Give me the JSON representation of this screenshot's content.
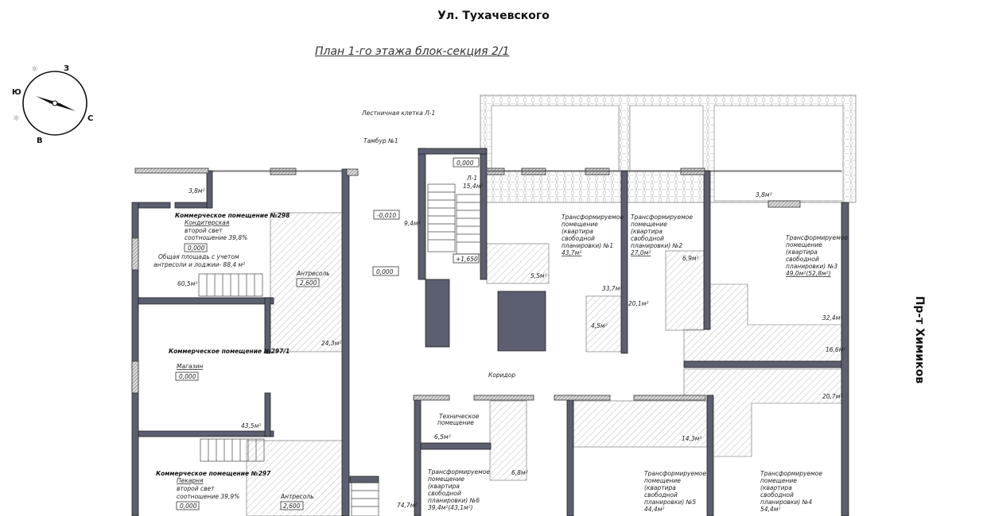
{
  "header": {
    "street_top": "Ул. Тухачевского",
    "street_right": "Пр-т Химиков",
    "plan_title": "План  1-го этажа блок-секция 2/1"
  },
  "compass": {
    "west": "З",
    "south": "Ю",
    "north": "С",
    "east": "В"
  },
  "colors": {
    "wall": "#5b5f70",
    "hatch": "#888888"
  },
  "rooms": [
    {
      "name": "Коммерческое помещение №298",
      "use": "Кондитерская",
      "note1": "второй свет",
      "note2": "соотношение 39,8%",
      "level": "0,000",
      "total1": "Общая площадь с учетом",
      "total2": "антресоли и лоджии- 88,4 м²",
      "area": "60,5м²",
      "loggia": "3,8м²",
      "mezz_label": "Антресоль",
      "mezz_level": "2,600",
      "mezz_area": "24,3м²"
    },
    {
      "name": "Коммерческое помещение №297/1",
      "use": "Магазин",
      "level": "0,000",
      "area": "43,5м²"
    },
    {
      "name": "Коммерческое помещение №297",
      "use": "Пекарня",
      "note1": "второй свет",
      "note2": "соотношение 39,9%",
      "level": "0,000",
      "mezz_label": "Антресоль",
      "mezz_level": "2,600"
    }
  ],
  "core": {
    "stair_label": "Лестничная клетка Л-1",
    "tambour": "Тамбур №1",
    "tambour_level": "-0,010",
    "tambour_area": "9,4м²",
    "stair_level_top": "0,000",
    "stair_id": "Л-1",
    "stair_area": "15,4м²",
    "stair_level_mid": "+1,650",
    "hall_level": "0,000",
    "corridor": "Коридор",
    "corridor_area": "74,7м²",
    "tech1": "Техническое",
    "tech2": "помещение",
    "tech_area": "6,5м²",
    "shaft_area": "6,8м²"
  },
  "flats": [
    {
      "l1": "Трансформируемое",
      "l2": "помещение",
      "l3": "(квартира",
      "l4": "свободной",
      "l5": "планировки) №1",
      "area": "43,7м²",
      "sub": [
        "5,5м²",
        "33,7м²",
        "4,5м²"
      ]
    },
    {
      "l1": "Трансформируемое",
      "l2": "помещение",
      "l3": "(квартира",
      "l4": "свободной",
      "l5": "планировки) №2",
      "area": "27,0м²",
      "sub": [
        "6,9м²",
        "20,1м²"
      ]
    },
    {
      "l1": "Трансформируемое",
      "l2": "помещение",
      "l3": "(квартира",
      "l4": "свободной",
      "l5": "планировки) №3",
      "area": "49,0м²(52,8м²)",
      "sub": [
        "3,8м²",
        "32,4м²",
        "16,6м²"
      ]
    },
    {
      "l1": "Трансформируемое",
      "l2": "помещение",
      "l3": "(квартира",
      "l4": "свободной",
      "l5": "планировки) №4",
      "area": "54,4м²",
      "sub": [
        "20,7м²"
      ]
    },
    {
      "l1": "Трансформируемое",
      "l2": "помещение",
      "l3": "(квартира",
      "l4": "свободной",
      "l5": "планировки) №5",
      "area": "44,4м²",
      "sub": [
        "14,3м²"
      ]
    },
    {
      "l1": "Трансформируемое",
      "l2": "помещение",
      "l3": "(квартира",
      "l4": "свободной",
      "l5": "планировки) №6",
      "area": "39,4м²(43,1м²)",
      "sub": []
    }
  ]
}
